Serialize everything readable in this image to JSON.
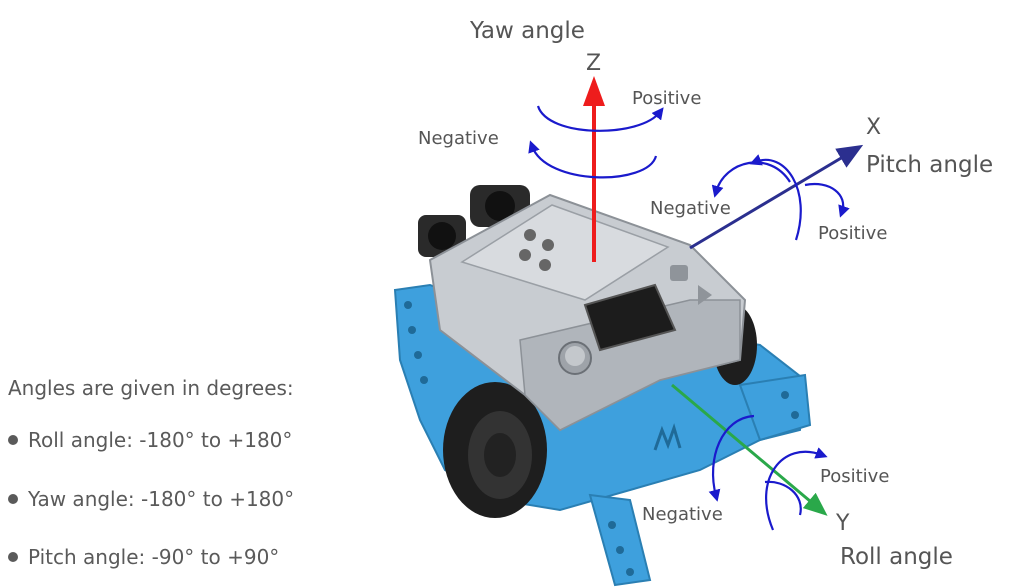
{
  "labels": {
    "yaw_title": "Yaw angle",
    "z_axis": "Z",
    "x_axis": "X",
    "y_axis": "Y",
    "pitch_title": "Pitch angle",
    "roll_title": "Roll angle",
    "positive": "Positive",
    "negative": "Negative"
  },
  "legend": {
    "intro": "Angles are given in degrees:",
    "items": [
      "Roll angle: -180° to +180°",
      "Yaw angle: -180° to +180°",
      "Pitch angle: -90° to +90°"
    ]
  },
  "colors": {
    "z_axis": "#ee1c1c",
    "x_axis": "#2b2f8f",
    "y_axis": "#2aa84a",
    "rotation_arrows": "#1a1acc",
    "robot_chassis": "#3ea0dd",
    "robot_case": "#bfc3c8",
    "text": "#555555"
  },
  "icons": {
    "robot": "mbot-robot-icon"
  }
}
